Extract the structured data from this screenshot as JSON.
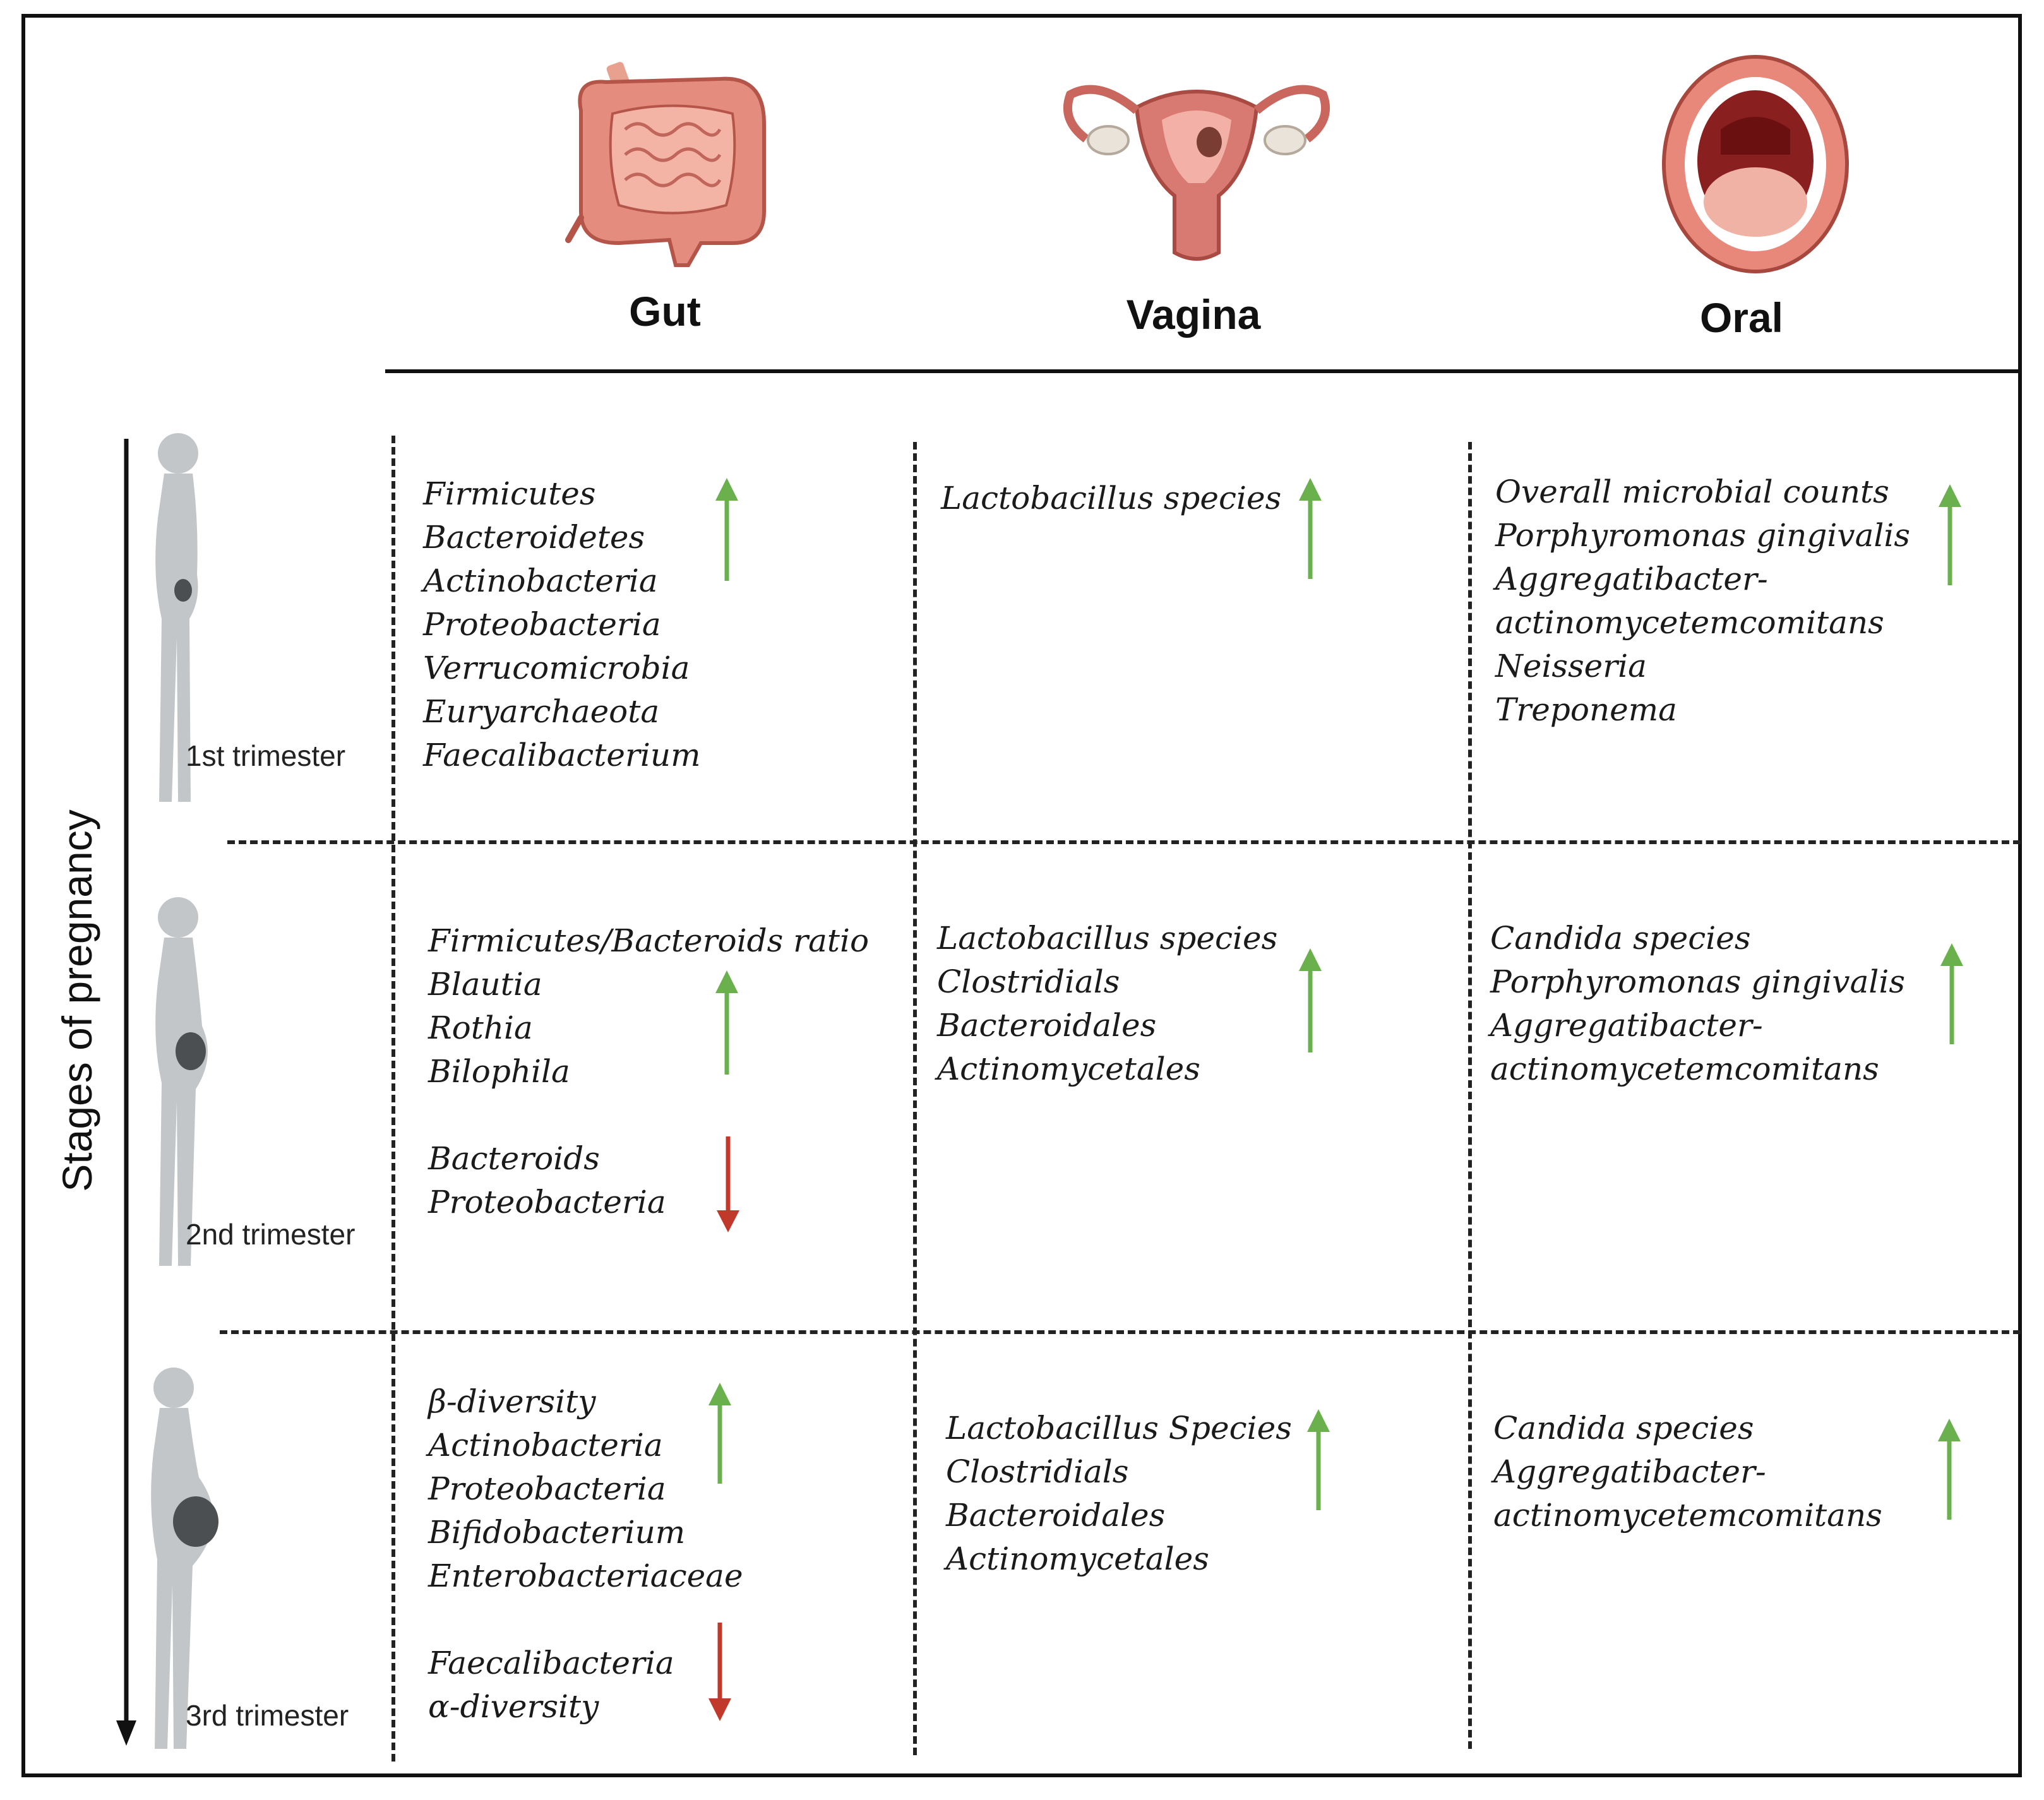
{
  "columns": {
    "gut": "Gut",
    "vagina": "Vagina",
    "oral": "Oral"
  },
  "axis_title": "Stages of pregnancy",
  "trimesters": {
    "first": "1st trimester",
    "second": "2nd trimester",
    "third": "3rd trimester"
  },
  "cells": {
    "t1_gut_up": [
      "Firmicutes",
      "Bacteroidetes",
      "Actinobacteria",
      "Proteobacteria",
      "Verrucomicrobia",
      "Euryarchaeota",
      "Faecalibacterium"
    ],
    "t1_vagina_up": [
      "Lactobacillus species"
    ],
    "t1_oral_up": [
      "Overall microbial counts",
      "Porphyromonas gingivalis",
      "Aggregatibacter-",
      "actinomycetemcomitans",
      "Neisseria",
      "Treponema"
    ],
    "t2_gut_up": [
      "Firmicutes/Bacteroids ratio",
      "Blautia",
      "Rothia",
      "Bilophila"
    ],
    "t2_gut_down": [
      "Bacteroids",
      "Proteobacteria"
    ],
    "t2_vagina_up": [
      "Lactobacillus species",
      "Clostridials",
      "Bacteroidales",
      "Actinomycetales"
    ],
    "t2_oral_up": [
      "Candida species",
      "Porphyromonas gingivalis",
      "Aggregatibacter-",
      "actinomycetemcomitans"
    ],
    "t3_gut_up": [
      "β-diversity",
      "Actinobacteria",
      "Proteobacteria",
      "Bifidobacterium",
      "Enterobacteriaceae"
    ],
    "t3_gut_down": [
      "Faecalibacteria",
      "α-diversity"
    ],
    "t3_vagina_up": [
      "Lactobacillus Species",
      "Clostridials",
      "Bacteroidales",
      "Actinomycetales"
    ],
    "t3_oral_up": [
      "Candida species",
      "Aggregatibacter-",
      "actinomycetemcomitans"
    ]
  },
  "icons": {
    "gut": "intestine-icon",
    "vagina": "uterus-icon",
    "oral": "open-mouth-icon",
    "silhouette": "pregnant-woman-silhouette",
    "increase": "arrow-up-green",
    "decrease": "arrow-down-red"
  },
  "colors": {
    "increase": "#6ab04c",
    "decrease": "#c0392b",
    "silhouette": "#c3c6c8",
    "organ": "#e8958a"
  }
}
